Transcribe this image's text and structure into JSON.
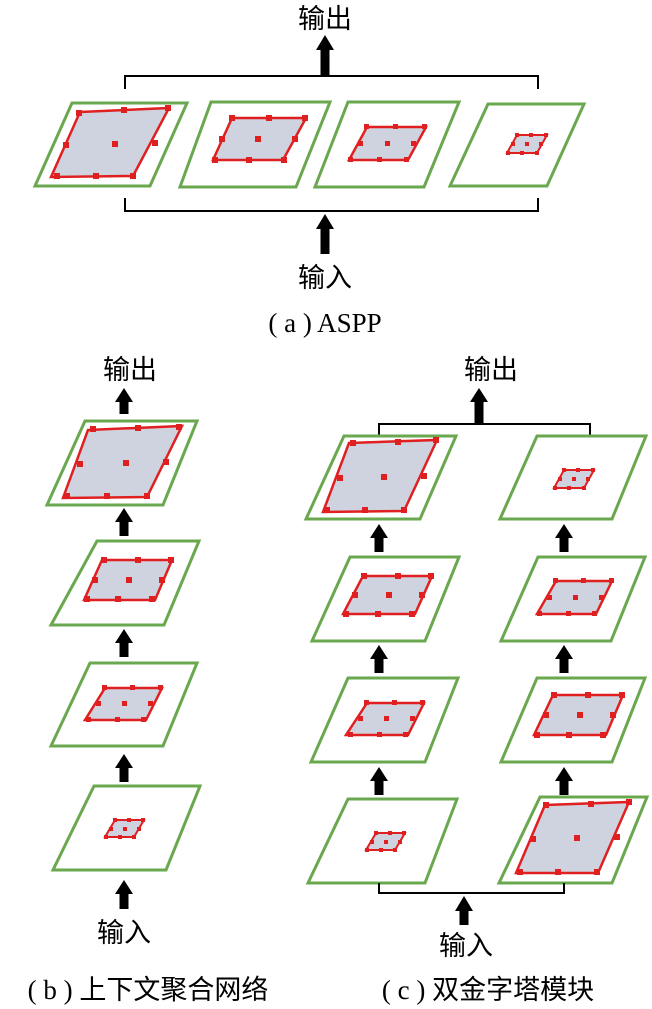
{
  "colors": {
    "outer_stroke": "#6aa84f",
    "inner_stroke": "#e02020",
    "inner_fill": "#cfd3df",
    "arrow": "#000000"
  },
  "panel_a": {
    "output_label": "输出",
    "input_label": "输入",
    "caption": "( a ) ASPP"
  },
  "panel_b": {
    "output_label": "输出",
    "input_label": "输入",
    "caption": "( b ) 上下文聚合网络"
  },
  "panel_c": {
    "output_label": "输出",
    "input_label": "输入",
    "caption": "( c ) 双金字塔模块"
  }
}
